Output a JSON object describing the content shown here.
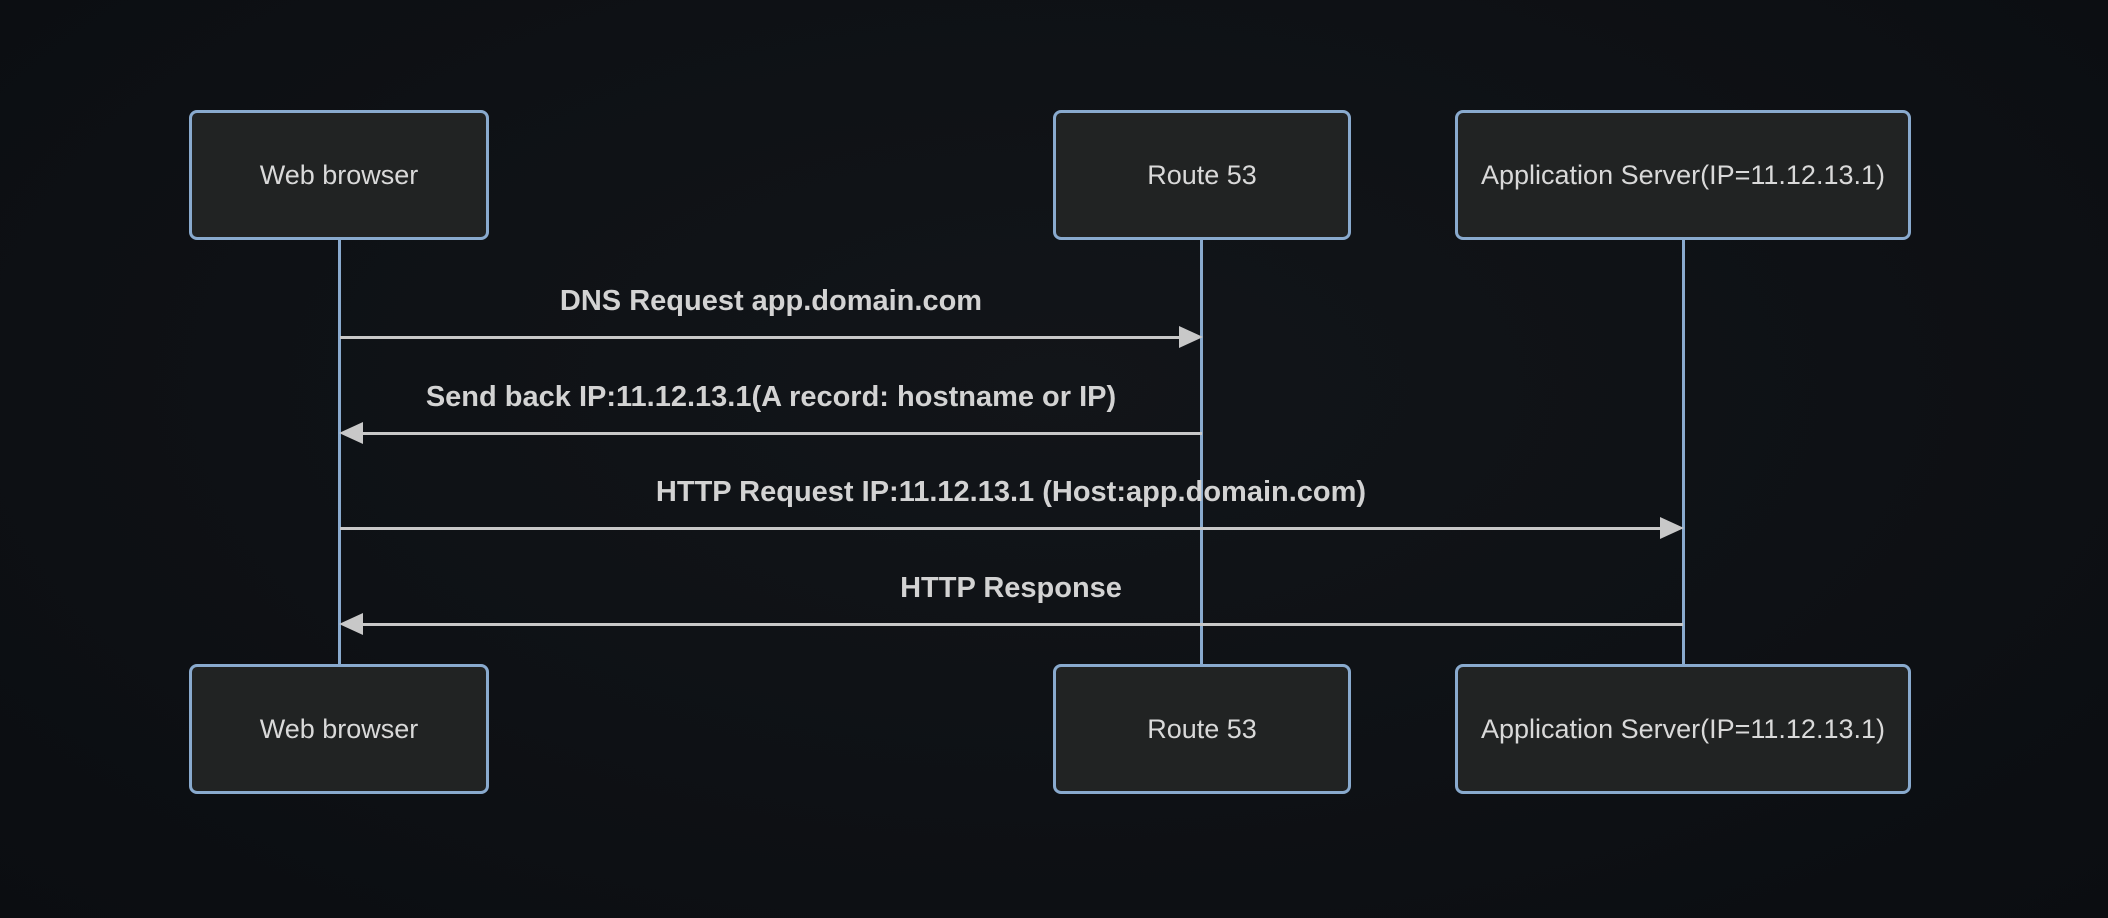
{
  "diagram": {
    "type": "sequence-diagram",
    "theme": "dark",
    "colors": {
      "background": "#0e1115",
      "actor_fill": "#212323",
      "actor_border": "#89aace",
      "actor_text": "#d9d9d9",
      "lifeline": "#89aace",
      "arrow": "#c8c8c8",
      "message_text": "#d3d3d3"
    },
    "actors": [
      {
        "label": "Web browser"
      },
      {
        "label": "Route 53"
      },
      {
        "label": "Application Server(IP=11.12.13.1)"
      }
    ],
    "messages": [
      {
        "from": "Web browser",
        "to": "Route 53",
        "direction": "right",
        "label": "DNS Request app.domain.com"
      },
      {
        "from": "Route 53",
        "to": "Web browser",
        "direction": "left",
        "label": "Send back IP:11.12.13.1(A record: hostname or IP)"
      },
      {
        "from": "Web browser",
        "to": "Application Server(IP=11.12.13.1)",
        "direction": "right",
        "label": "HTTP Request IP:11.12.13.1 (Host:app.domain.com)"
      },
      {
        "from": "Application Server(IP=11.12.13.1)",
        "to": "Web browser",
        "direction": "left",
        "label": "HTTP Response"
      }
    ]
  }
}
